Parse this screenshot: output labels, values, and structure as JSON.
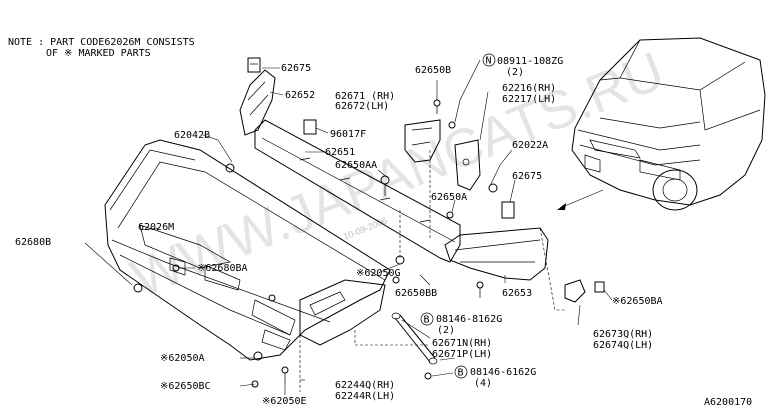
{
  "note": {
    "line1": "NOTE : PART CODE62026M CONSISTS",
    "line2": "OF ※ MARKED PARTS"
  },
  "watermark": {
    "main": "WWW.JAPANCATS.RU",
    "sub": "10-09-2006"
  },
  "diagram_code": "A6200170",
  "labels": {
    "p62675_top": "62675",
    "p62652": "62652",
    "p62650B": "62650B",
    "p08911": "08911-108ZG",
    "p08911_qty": "(2)",
    "p62671_rh": "62671 (RH)",
    "p62672_lh": "62672(LH)",
    "p62216_rh": "62216(RH)",
    "p62217_lh": "62217(LH)",
    "p62042B": "62042B",
    "p96017F": "96017F",
    "p62651": "62651",
    "p62650AA": "62650AA",
    "p62022A": "62022A",
    "p62675_right": "62675",
    "p62650A": "62650A",
    "p62026M": "62026M",
    "p62680B": "62680B",
    "p62680BA": "※62680BA",
    "p62050G": "※62050G",
    "p62650BB": "62650BB",
    "p62653": "62653",
    "p62650BA": "※62650BA",
    "p08146_8162": "08146-8162G",
    "p08146_8162_qty": "(2)",
    "p62671N_rh": "62671N(RH)",
    "p62671P_lh": "62671P(LH)",
    "p62673Q_rh": "62673Q(RH)",
    "p62674Q_lh": "62674Q(LH)",
    "p62050A": "※62050A",
    "p08146_6162": "08146-6162G",
    "p08146_6162_qty": "(4)",
    "p62244Q_rh": "62244Q(RH)",
    "p62244R_lh": "62244R(LH)",
    "p62650BC": "※62650BC",
    "p62050E": "※62050E"
  },
  "symbols": {
    "circle_n": "N",
    "circle_b": "B"
  }
}
